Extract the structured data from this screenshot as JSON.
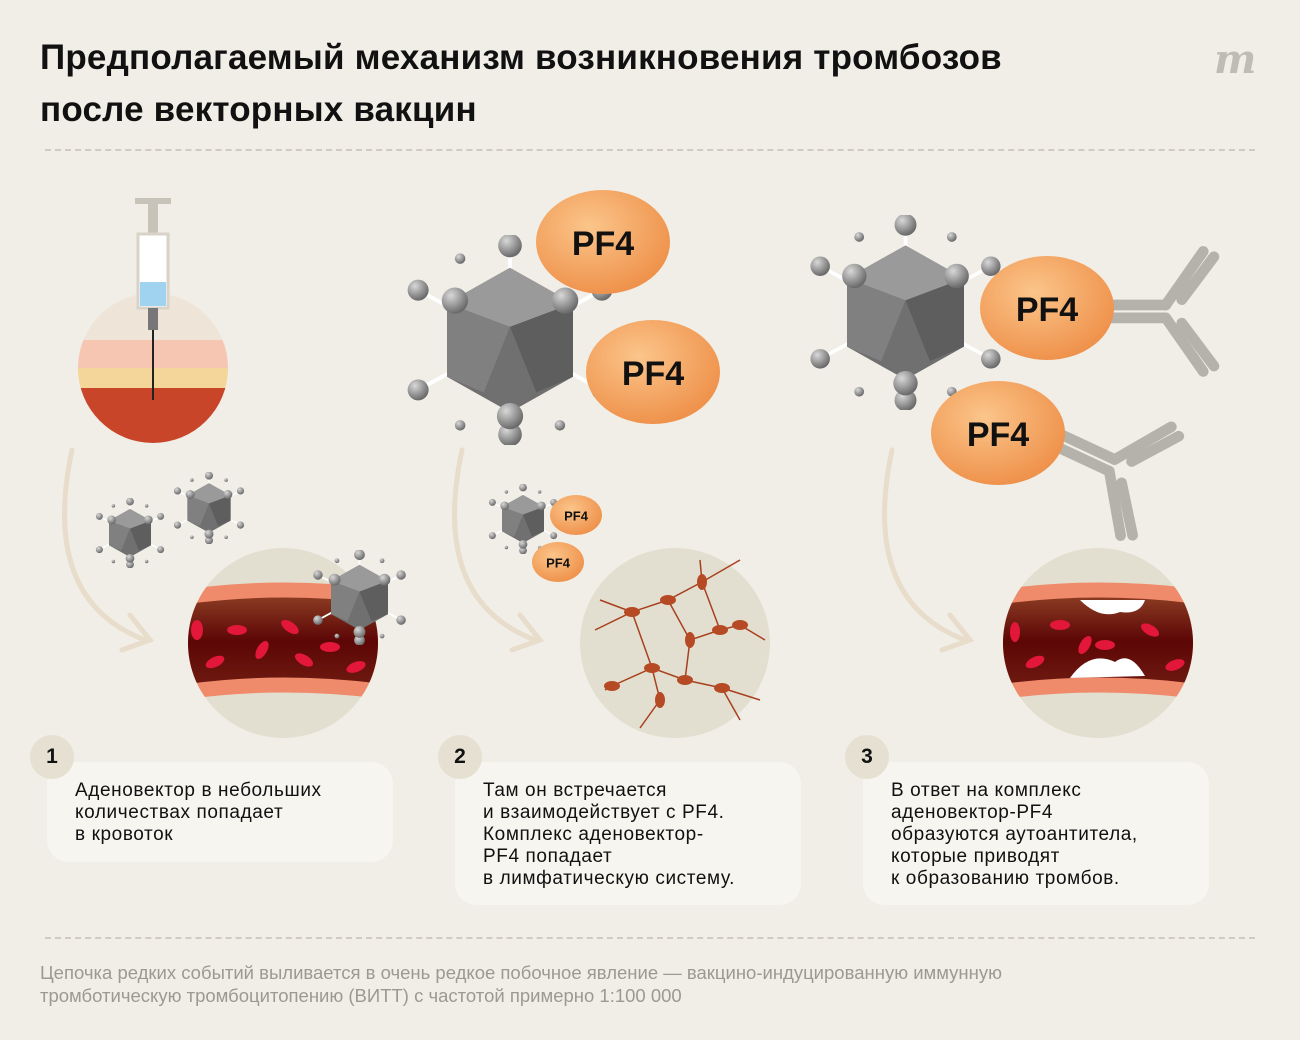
{
  "header": {
    "title_line1": "Предполагаемый механизм возникновения тромбозов",
    "title_line2": "после векторных вакцин",
    "logo": "m"
  },
  "pf4_label": "PF4",
  "steps": [
    {
      "number": "1",
      "lines": [
        "Аденовектор в небольших",
        "количествах попадает",
        "в кровоток"
      ]
    },
    {
      "number": "2",
      "lines": [
        "Там он встречается",
        "и взаимодействует с PF4.",
        "Комплекс аденовектор-",
        "PF4 попадает",
        "в лимфатическую систему."
      ]
    },
    {
      "number": "3",
      "lines": [
        "В ответ на комплекс",
        "аденовектор-PF4",
        "образуются аутоантитела,",
        "которые приводят",
        "к образованию тромбов."
      ]
    }
  ],
  "footer": {
    "line1": "Цепочка редких событий выливается в очень редкое побочное явление — вакцино-индуцированную иммунную",
    "line2": "тромботическую тромбоцитопению (ВИТТ) с частотой примерно 1:100 000"
  },
  "colors": {
    "background": "#f1eee7",
    "pf4": "#f2a25e",
    "vessel_wall": "#ef8a6a",
    "blood": "#6b0f0a",
    "rbc": "#e2173a",
    "virus": "#7a7a7a"
  }
}
